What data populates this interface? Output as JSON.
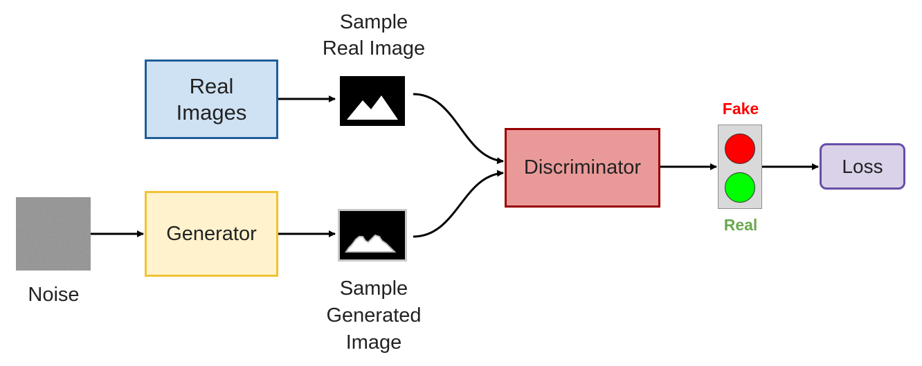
{
  "noise": {
    "label": "Noise"
  },
  "real_images": {
    "line1": "Real",
    "line2": "Images"
  },
  "generator": {
    "label": "Generator"
  },
  "sample_real": {
    "line1": "Sample",
    "line2": "Real Image"
  },
  "sample_generated": {
    "line1": "Sample",
    "line2": "Generated",
    "line3": "Image"
  },
  "discriminator": {
    "label": "Discriminator"
  },
  "traffic_light": {
    "fake_label": "Fake",
    "real_label": "Real",
    "colors": {
      "fake": "#ff0000",
      "real": "#6aa84f",
      "red_lamp": "#ff0000",
      "green_lamp": "#00ff00"
    }
  },
  "loss": {
    "label": "Loss"
  }
}
